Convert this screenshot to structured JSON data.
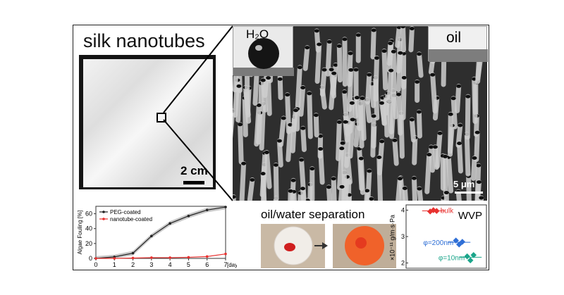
{
  "photo_panel": {
    "title": "silk nanotubes",
    "scale_bar": "2 cm"
  },
  "sem_panel": {
    "water_label": "H₂O",
    "oil_label": "oil",
    "scale_bar": "5 μm"
  },
  "separation_panel": {
    "title": "oil/water separation"
  },
  "chart_data": [
    {
      "type": "line",
      "title": "",
      "xlabel": "[days]",
      "ylabel": "Algae Fouling [%]",
      "xlim": [
        0,
        7
      ],
      "ylim": [
        0,
        70
      ],
      "x": [
        0,
        1,
        2,
        3,
        4,
        5,
        6,
        7
      ],
      "x_ticks": [
        "0",
        "1",
        "2",
        "3",
        "4",
        "5",
        "6",
        "7"
      ],
      "y_ticks": [
        "0",
        "20",
        "40",
        "60"
      ],
      "series": [
        {
          "name": "PEG-coated",
          "color": "#222222",
          "values": [
            0,
            2,
            7,
            30,
            47,
            57,
            65,
            69
          ]
        },
        {
          "name": "nanotube-coated",
          "color": "#e8312f",
          "values": [
            0,
            0,
            0.5,
            1,
            1,
            1.5,
            2.5,
            6
          ]
        }
      ],
      "legend": "top-left",
      "grid": false
    },
    {
      "type": "scatter",
      "title": "WVP",
      "ylabel": "×10⁻¹¹ g/m·s·Pa",
      "ylim": [
        1.8,
        4.2
      ],
      "y_ticks": [
        "2",
        "3",
        "4"
      ],
      "grid": false,
      "series": [
        {
          "name": "bulk",
          "color": "#e8312f",
          "points": [
            [
              0.3,
              3.95
            ],
            [
              0.34,
              4.0
            ],
            [
              0.38,
              3.97
            ]
          ]
        },
        {
          "name": "φ=200nm",
          "color": "#2f6fd6",
          "points": [
            [
              0.62,
              2.85
            ],
            [
              0.66,
              2.7
            ],
            [
              0.7,
              2.8
            ]
          ]
        },
        {
          "name": "φ=10nm",
          "color": "#1aa58a",
          "points": [
            [
              0.76,
              2.25
            ],
            [
              0.8,
              2.1
            ],
            [
              0.84,
              2.3
            ]
          ]
        }
      ]
    }
  ]
}
